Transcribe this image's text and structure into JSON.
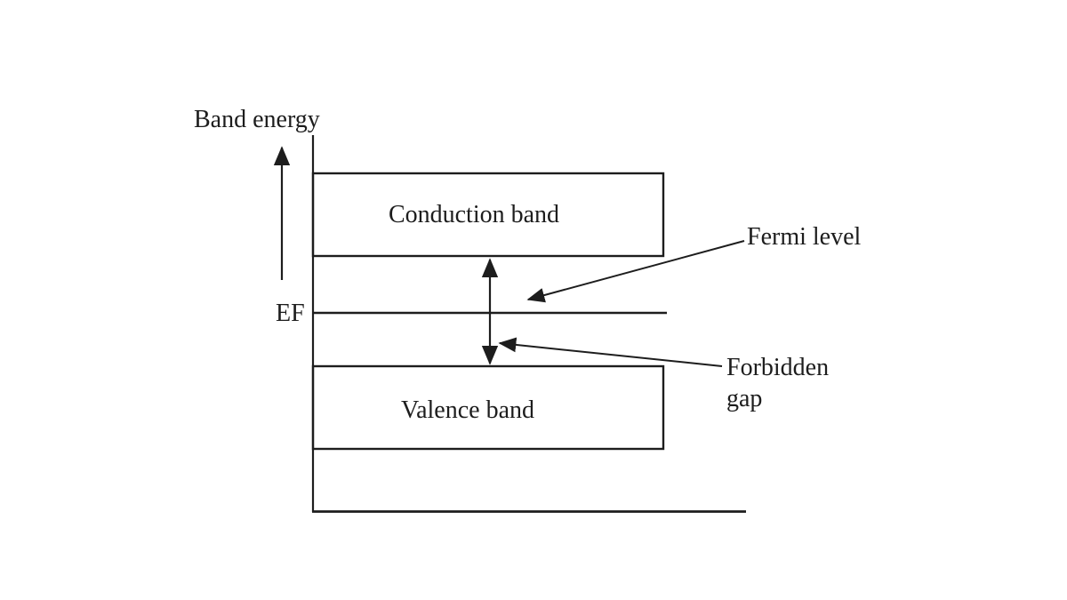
{
  "diagram": {
    "type": "energy-band-diagram",
    "axis": {
      "y_label": "Band energy",
      "fermi_axis_label": "EF"
    },
    "bands": [
      {
        "id": "conduction",
        "label": "Conduction band"
      },
      {
        "id": "valence",
        "label": "Valence band"
      }
    ],
    "annotations": {
      "fermi_level": {
        "label": "Fermi level"
      },
      "forbidden_gap": {
        "line1": "Forbidden",
        "line2": "gap"
      }
    }
  },
  "colors": {
    "ink": "#1d1d1d",
    "background": "#ffffff"
  }
}
